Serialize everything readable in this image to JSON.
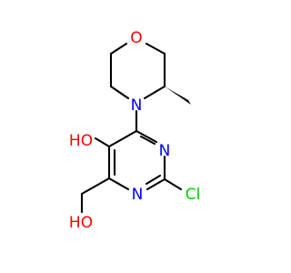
{
  "molecule": {
    "atoms": {
      "ring_oxygen": "O",
      "morpholine_nitrogen": "N",
      "pyrimidine_n1": "N",
      "pyrimidine_n3": "N",
      "chlorine": "Cl",
      "hydroxyl_phenol": "HO",
      "hydroxyl_methanol": "HO"
    },
    "colors": {
      "bond": "#000000",
      "oxygen": "#ff0000",
      "nitrogen": "#0000ff",
      "chlorine": "#00cc00"
    }
  }
}
